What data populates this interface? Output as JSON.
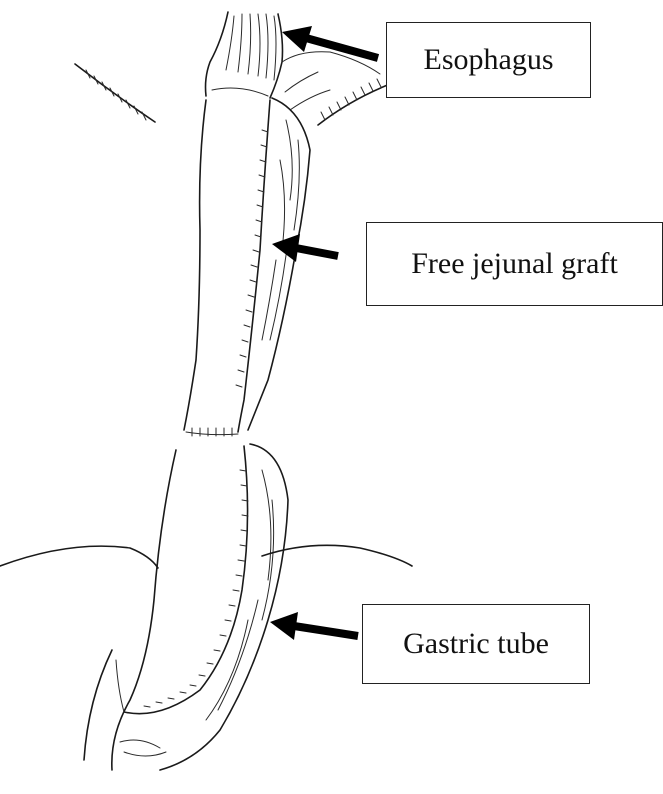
{
  "labels": {
    "esophagus": "Esophagus",
    "jejunal_graft": "Free jejunal graft",
    "gastric_tube": "Gastric tube"
  },
  "colors": {
    "ink": "#1a1a1a",
    "background": "#ffffff"
  }
}
